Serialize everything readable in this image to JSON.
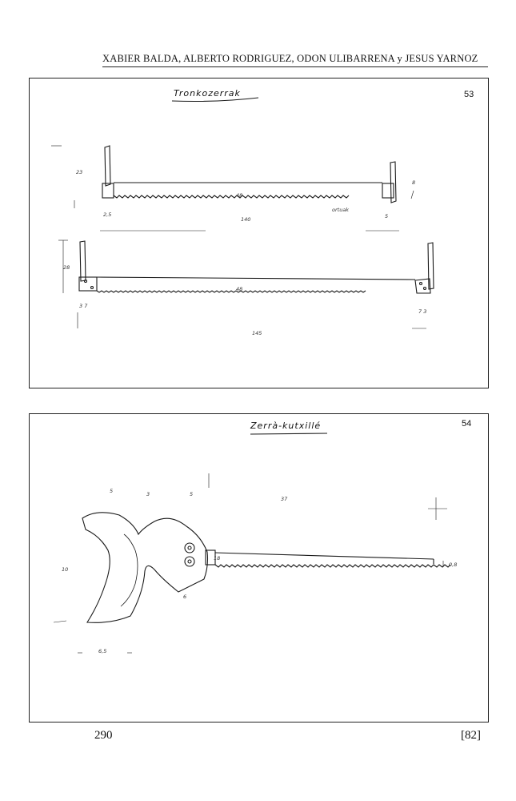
{
  "header": {
    "authors": "XABIER BALDA, ALBERTO RODRIGUEZ, ODON ULIBARRENA y JESUS YARNOZ"
  },
  "plates": [
    {
      "title": "Tronkozerrak",
      "number": "53",
      "dimensions": {
        "a": "23",
        "b": "48",
        "c": "8",
        "d": "2,5",
        "e": "140",
        "f": "ortuak",
        "g": "5",
        "h": "28",
        "i": "48",
        "j": "3 7",
        "k": "7 3",
        "l": "145"
      }
    },
    {
      "title": "Zerrà-kutxillé",
      "number": "54",
      "dimensions": {
        "a": "5",
        "b": "3",
        "c": "5",
        "d": "37",
        "e": "10",
        "f": "18",
        "g": "0,8",
        "h": "6",
        "i": "6,5"
      }
    }
  ],
  "footer": {
    "page_number": "290",
    "bracket_number": "[82]"
  }
}
